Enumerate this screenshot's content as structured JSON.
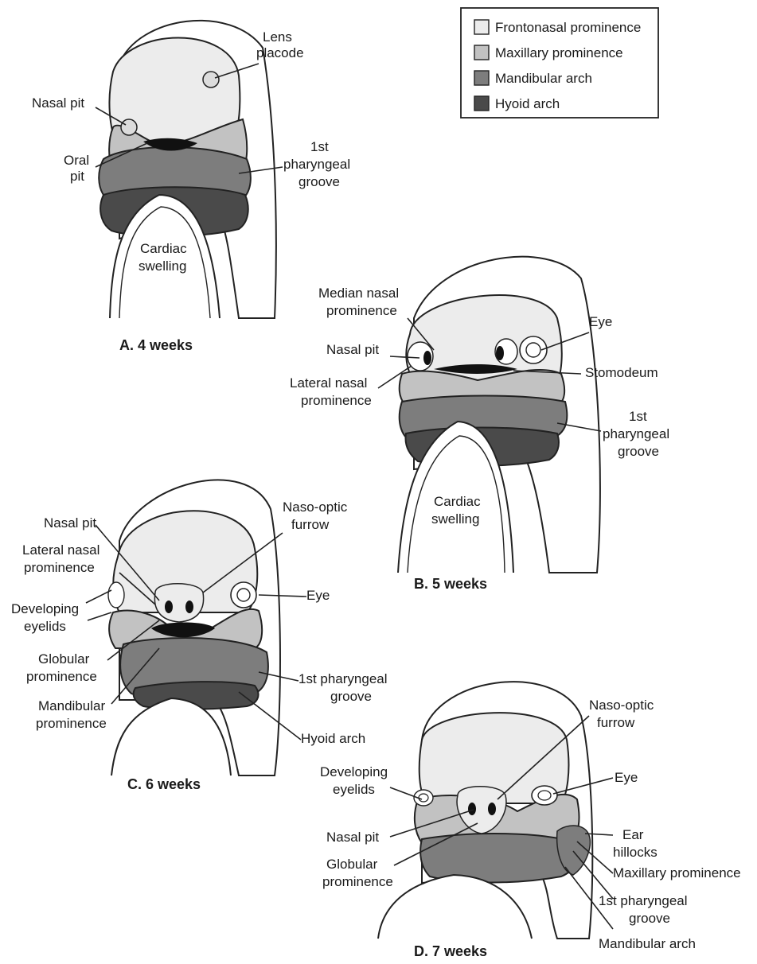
{
  "legend": [
    {
      "label": "Frontonasal prominence",
      "color": "#ececec"
    },
    {
      "label": "Maxillary prominence",
      "color": "#c2c2c2"
    },
    {
      "label": "Mandibular arch",
      "color": "#7d7d7d"
    },
    {
      "label": "Hyoid arch",
      "color": "#4a4a4a"
    }
  ],
  "panels": {
    "a": {
      "caption": "A. 4 weeks",
      "labels": {
        "lens_1": "Lens",
        "lens_2": "placode",
        "nasal_pit": "Nasal pit",
        "oral_1": "Oral",
        "oral_2": "pit",
        "groove_1": "1st",
        "groove_2": "pharyngeal",
        "groove_3": "groove",
        "cardiac_1": "Cardiac",
        "cardiac_2": "swelling"
      }
    },
    "b": {
      "caption": "B. 5 weeks",
      "labels": {
        "median_1": "Median nasal",
        "median_2": "prominence",
        "nasal_pit": "Nasal pit",
        "lateral_1": "Lateral nasal",
        "lateral_2": "prominence",
        "eye": "Eye",
        "stomodeum": "Stomodeum",
        "groove_1": "1st",
        "groove_2": "pharyngeal",
        "groove_3": "groove",
        "cardiac_1": "Cardiac",
        "cardiac_2": "swelling"
      }
    },
    "c": {
      "caption": "C. 6 weeks",
      "labels": {
        "nasal_pit": "Nasal pit",
        "naso_1": "Naso-optic",
        "naso_2": "furrow",
        "lateral_1": "Lateral nasal",
        "lateral_2": "prominence",
        "eye": "Eye",
        "eyelids_1": "Developing",
        "eyelids_2": "eyelids",
        "globular_1": "Globular",
        "globular_2": "prominence",
        "groove_1": "1st pharyngeal",
        "groove_2": "groove",
        "mandibular_1": "Mandibular",
        "mandibular_2": "prominence",
        "hyoid": "Hyoid arch"
      }
    },
    "d": {
      "caption": "D. 7 weeks",
      "labels": {
        "naso_1": "Naso-optic",
        "naso_2": "furrow",
        "eyelids_1": "Developing",
        "eyelids_2": "eyelids",
        "eye": "Eye",
        "nasal_pit": "Nasal pit",
        "ear_1": "Ear",
        "ear_2": "hillocks",
        "globular_1": "Globular",
        "globular_2": "prominence",
        "maxillary": "Maxillary prominence",
        "groove_1": "1st pharyngeal",
        "groove_2": "groove",
        "mandibular": "Mandibular arch"
      }
    }
  }
}
